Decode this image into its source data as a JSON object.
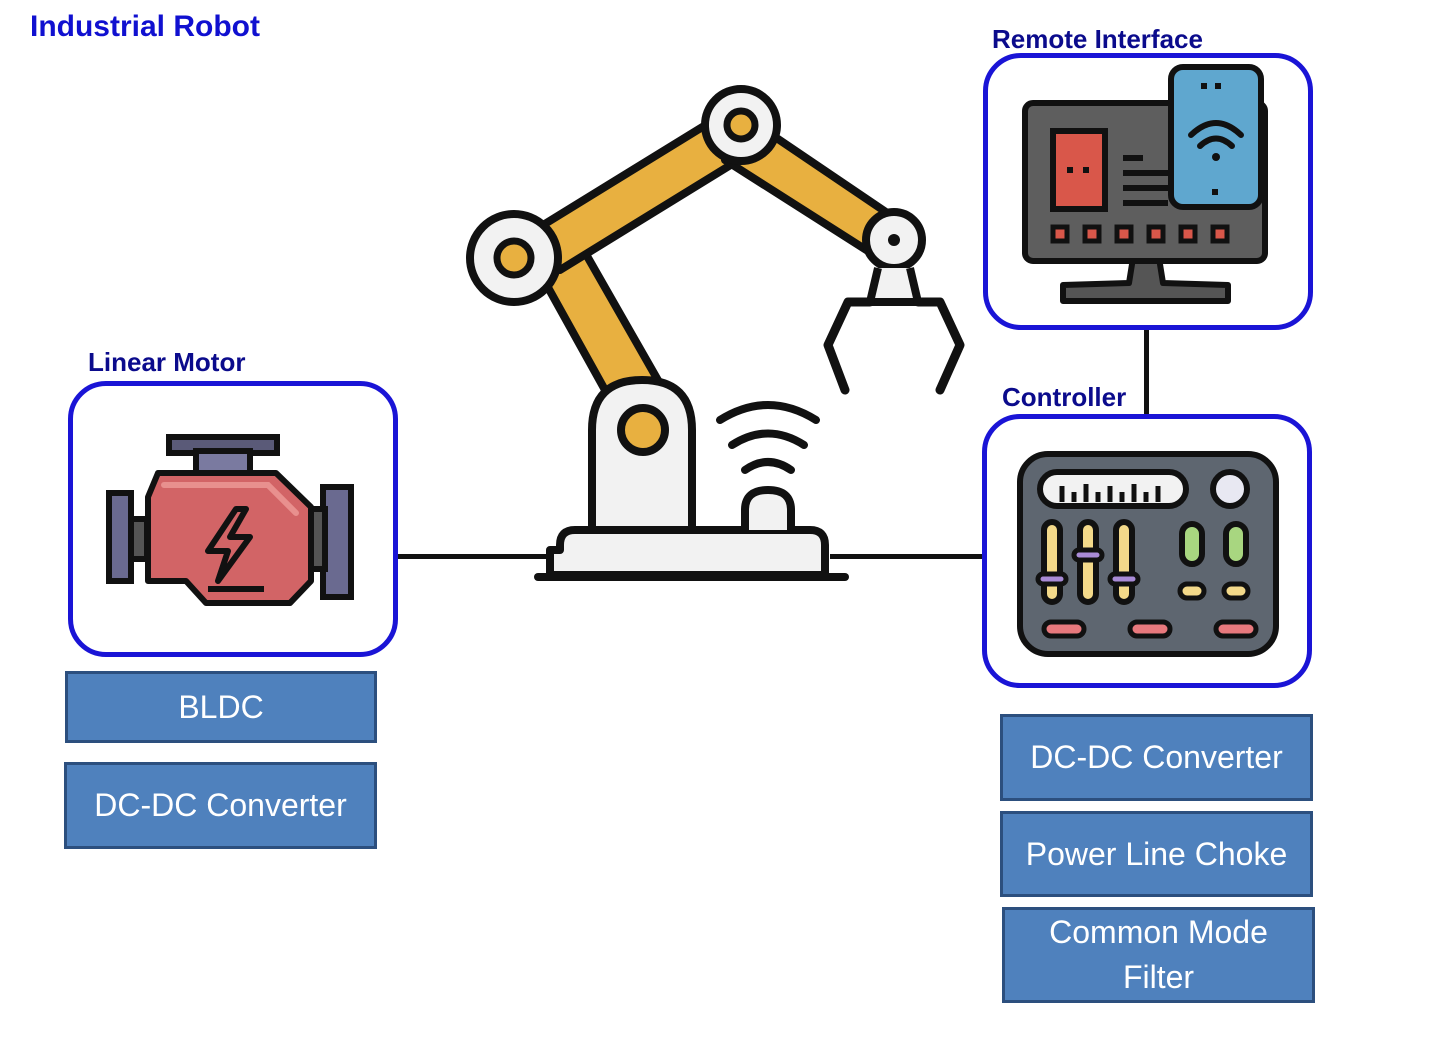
{
  "diagram": {
    "title": "Industrial Robot",
    "nodes": {
      "linear_motor": {
        "label": "Linear Motor",
        "icon": "engine-icon"
      },
      "remote_interface": {
        "label": "Remote Interface",
        "icon": "monitor-phone-icon"
      },
      "controller": {
        "label": "Controller",
        "icon": "control-panel-icon"
      },
      "robot": {
        "icon": "robotic-arm-icon"
      }
    },
    "motor_components": [
      "BLDC",
      "DC-DC Converter"
    ],
    "controller_components": [
      "DC-DC Converter",
      "Power Line Choke",
      "Common Mode Filter"
    ],
    "edges": [
      [
        "linear_motor",
        "robot"
      ],
      [
        "robot",
        "controller"
      ],
      [
        "remote_interface",
        "controller"
      ]
    ],
    "colors": {
      "title": "#1010d0",
      "labels": "#0b0b8c",
      "frame_border": "#1a14d6",
      "component_fill": "#4f81bd",
      "robot_arm": "#e8b040"
    }
  }
}
